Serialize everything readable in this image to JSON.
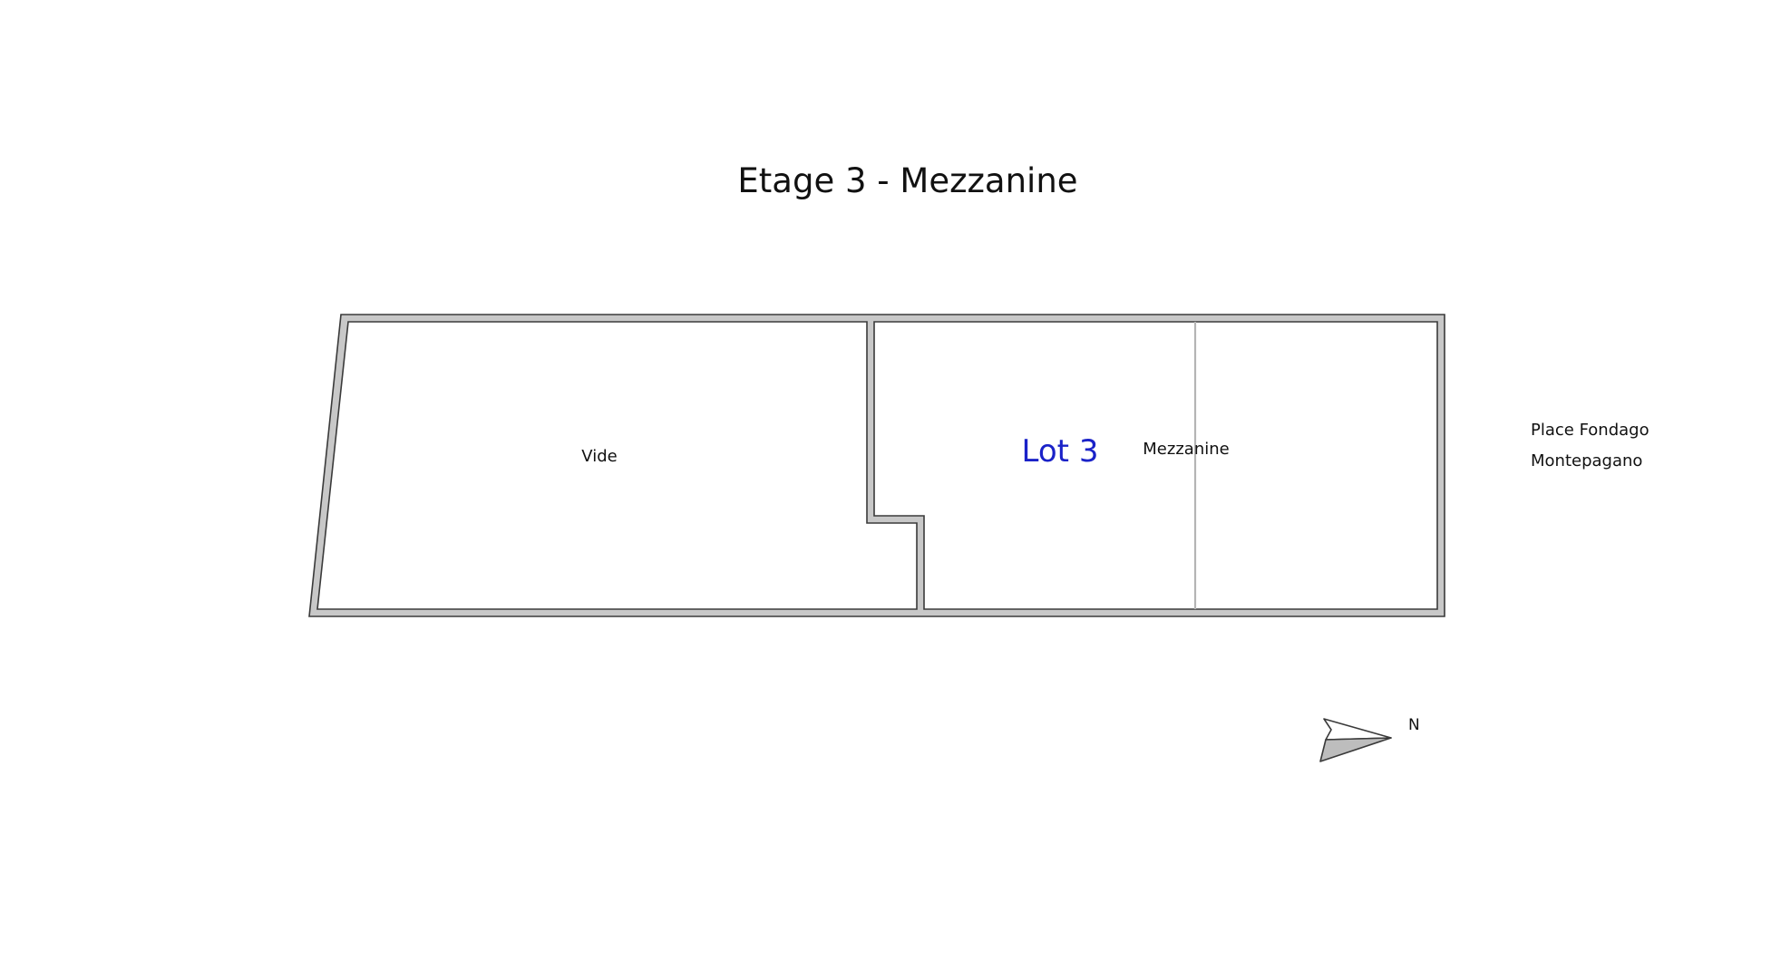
{
  "plan": {
    "title": "Etage 3 - Mezzanine",
    "rooms": {
      "vide": "Vide",
      "mezzanine": "Mezzanine"
    },
    "lot": {
      "label": "Lot 3",
      "color": "#1a22c8"
    },
    "street": {
      "line1": "Place Fondago",
      "line2": "Montepagano"
    },
    "north_arrow": {
      "label": "N",
      "icon": "north-arrow-icon"
    },
    "colors": {
      "wall_fill": "#c8c8c8",
      "wall_stroke": "#3a3a3a",
      "partition": "#b4b4b4"
    }
  }
}
